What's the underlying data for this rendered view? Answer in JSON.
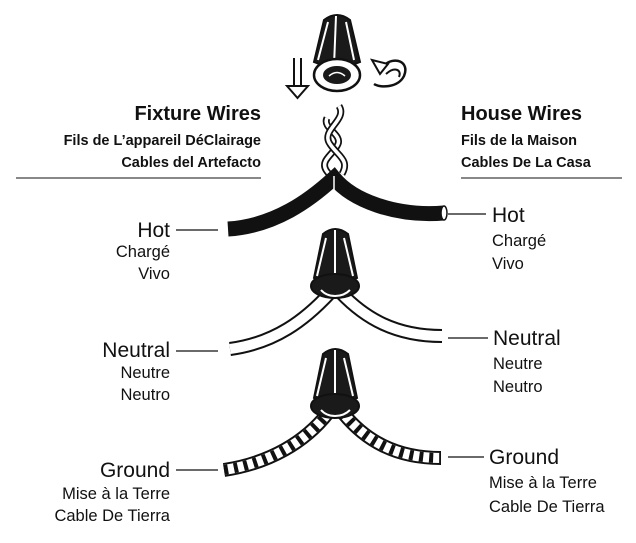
{
  "fixture": {
    "title": "Fixture Wires",
    "subtitle_fr": "Fils de L’appareil DéClairage",
    "subtitle_es": "Cables del Artefacto"
  },
  "house": {
    "title": "House Wires",
    "subtitle_fr": "Fils de la Maison",
    "subtitle_es": "Cables De La Casa"
  },
  "left_labels": {
    "hot": {
      "en": "Hot",
      "fr": "Chargé",
      "es": "Vivo"
    },
    "neutral": {
      "en": "Neutral",
      "fr": "Neutre",
      "es": "Neutro"
    },
    "ground": {
      "en": "Ground",
      "fr": "Mise à la Terre",
      "es": "Cable De Tierra"
    }
  },
  "right_labels": {
    "hot": {
      "en": "Hot",
      "fr": "Chargé",
      "es": "Vivo"
    },
    "neutral": {
      "en": "Neutral",
      "fr": "Neutre",
      "es": "Neutro"
    },
    "ground": {
      "en": "Ground",
      "fr": "Mise à la Terre",
      "es": "Cable De Tierra"
    }
  },
  "colors": {
    "ink": "#111111",
    "hot_wire": "#111111",
    "neutral_wire": "#ffffff",
    "cap_fill": "#1a1a1a"
  },
  "icons": [
    "wire-nut-icon",
    "down-arrow-icon",
    "twist-arrow-icon"
  ]
}
